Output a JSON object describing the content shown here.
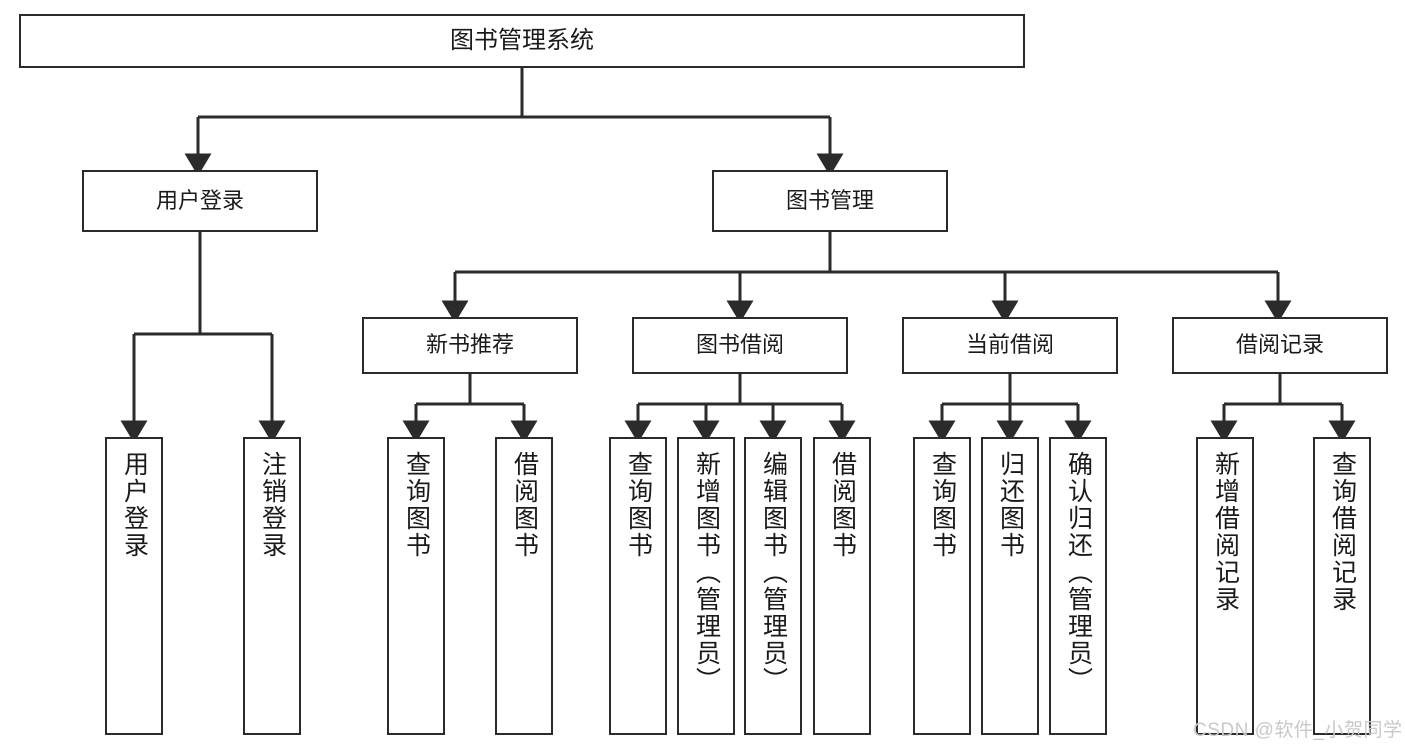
{
  "diagram": {
    "title": "图书管理系统",
    "watermark": "CSDN @软件_小贺同学",
    "colors": {
      "box_border": "#2b2b2b",
      "box_fill": "#ffffff",
      "connector": "#2b2b2b",
      "text": "#1a1a1a",
      "watermark": "#c9c9c9",
      "background": "#ffffff"
    },
    "root": {
      "label": "图书管理系统"
    },
    "level1": [
      {
        "label": "用户登录"
      },
      {
        "label": "图书管理"
      }
    ],
    "level2": [
      {
        "label": "新书推荐"
      },
      {
        "label": "图书借阅"
      },
      {
        "label": "当前借阅"
      },
      {
        "label": "借阅记录"
      }
    ],
    "leaves": {
      "user_login": [
        {
          "label": "用户登录"
        },
        {
          "label": "注销登录"
        }
      ],
      "new_book_recommend": [
        {
          "label": "查询图书"
        },
        {
          "label": "借阅图书"
        }
      ],
      "book_borrow": [
        {
          "label": "查询图书"
        },
        {
          "label": "新增图书（管理员）"
        },
        {
          "label": "编辑图书（管理员）"
        },
        {
          "label": "借阅图书"
        }
      ],
      "current_borrow": [
        {
          "label": "查询图书"
        },
        {
          "label": "归还图书"
        },
        {
          "label": "确认归还（管理员）"
        }
      ],
      "borrow_record": [
        {
          "label": "新增借阅记录"
        },
        {
          "label": "查询借阅记录"
        }
      ]
    }
  }
}
